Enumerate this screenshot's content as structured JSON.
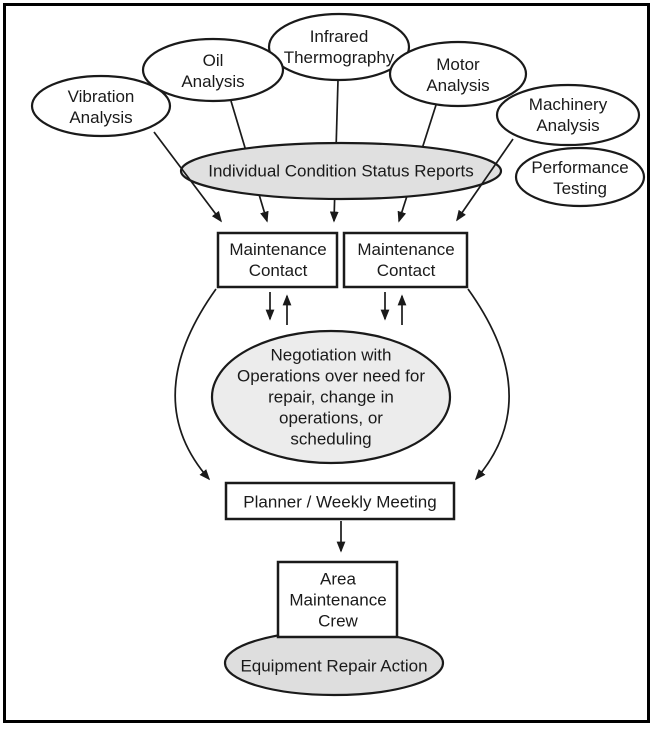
{
  "diagram": {
    "type": "flowchart",
    "nodes": {
      "vibration_analysis": {
        "label": "Vibration\nAnalysis",
        "shape": "ellipse",
        "fill": "white"
      },
      "oil_analysis": {
        "label": "Oil\nAnalysis",
        "shape": "ellipse",
        "fill": "white"
      },
      "infrared_thermography": {
        "label": "Infrared\nThermography",
        "shape": "ellipse",
        "fill": "white"
      },
      "motor_analysis": {
        "label": "Motor\nAnalysis",
        "shape": "ellipse",
        "fill": "white"
      },
      "machinery_analysis": {
        "label": "Machinery\nAnalysis",
        "shape": "ellipse",
        "fill": "white"
      },
      "performance_testing": {
        "label": "Performance\nTesting",
        "shape": "ellipse",
        "fill": "white"
      },
      "individual_reports": {
        "label": "Individual Condition Status Reports",
        "shape": "ellipse",
        "fill": "gray"
      },
      "maintenance_contact_1": {
        "label": "Maintenance\nContact",
        "shape": "rect",
        "fill": "white"
      },
      "maintenance_contact_2": {
        "label": "Maintenance\nContact",
        "shape": "rect",
        "fill": "white"
      },
      "negotiation": {
        "label": "Negotiation with\nOperations over need for\nrepair, change in\noperations, or\nscheduling",
        "shape": "ellipse",
        "fill": "gray"
      },
      "planner_meeting": {
        "label": "Planner / Weekly Meeting",
        "shape": "rect",
        "fill": "white"
      },
      "area_crew": {
        "label": "Area\nMaintenance\nCrew",
        "shape": "rect",
        "fill": "white"
      },
      "equipment_repair": {
        "label": "Equipment Repair Action",
        "shape": "ellipse",
        "fill": "gray"
      }
    },
    "edges": [
      {
        "from": "vibration_analysis",
        "to": "maintenance_contact_1",
        "via": "individual_reports",
        "arrow": true
      },
      {
        "from": "oil_analysis",
        "to": "maintenance_contact_1",
        "via": "individual_reports",
        "arrow": true
      },
      {
        "from": "infrared_thermography",
        "to": "maintenance_contact_1",
        "via": "individual_reports",
        "arrow": true
      },
      {
        "from": "motor_analysis",
        "to": "maintenance_contact_2",
        "via": "individual_reports",
        "arrow": true
      },
      {
        "from": "machinery_analysis",
        "to": "maintenance_contact_2",
        "via": "individual_reports",
        "arrow": true
      },
      {
        "from": "maintenance_contact_1",
        "to": "negotiation",
        "bidirectional": true
      },
      {
        "from": "maintenance_contact_2",
        "to": "negotiation",
        "bidirectional": true
      },
      {
        "from": "maintenance_contact_1",
        "to": "planner_meeting",
        "arrow": true,
        "style": "curved"
      },
      {
        "from": "maintenance_contact_2",
        "to": "planner_meeting",
        "arrow": true,
        "style": "curved"
      },
      {
        "from": "planner_meeting",
        "to": "area_crew",
        "arrow": true
      },
      {
        "from": "area_crew",
        "to": "equipment_repair",
        "arrow": false,
        "style": "adjacent"
      }
    ],
    "colors": {
      "background": "#ffffff",
      "stroke": "#1a1a1a",
      "frame": "#000000",
      "fill_white": "#ffffff",
      "fill_gray_reports": "#e0e0e0",
      "fill_gray_negotiation": "#ececec",
      "fill_gray_equipment": "#dedede"
    }
  }
}
